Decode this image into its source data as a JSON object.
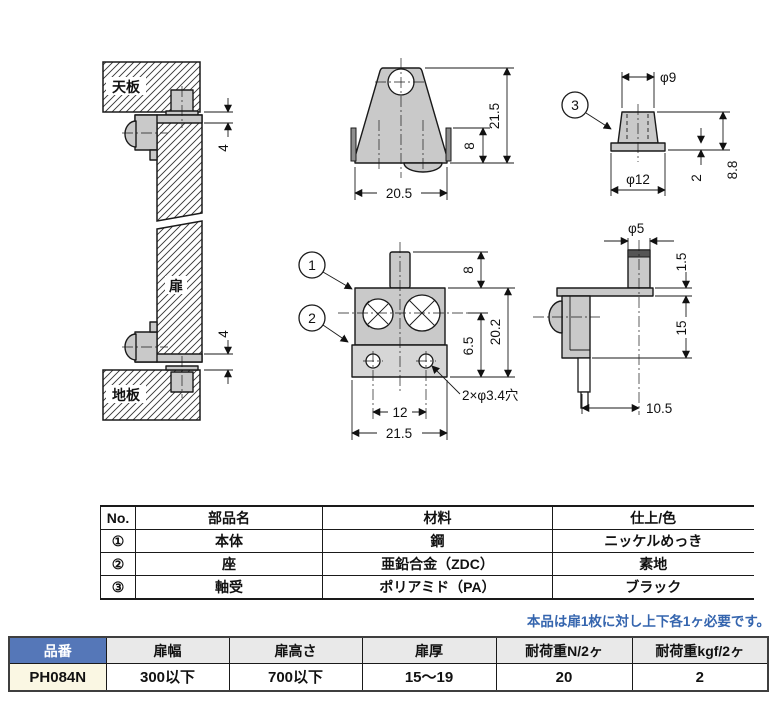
{
  "drawings": {
    "installation": {
      "top_panel_label": "天板",
      "door_label": "扉",
      "bottom_panel_label": "地板",
      "top_gap_dim": "4",
      "bottom_gap_dim": "4"
    },
    "front_view": {
      "height_dim": "21.5",
      "tab_height_dim": "8",
      "width_dim": "20.5"
    },
    "bushing_view": {
      "callout": "3",
      "top_dia_dim": "φ9",
      "base_dia_dim": "φ12",
      "flange_thickness_dim": "2",
      "height_dim": "8.8"
    },
    "plan_view": {
      "callout_body": "1",
      "callout_base": "2",
      "pin_height_dim": "8",
      "body_height_dim": "20.2",
      "hole_offset_dim": "6.5",
      "hole_pitch_dim": "12",
      "body_width_dim": "21.5",
      "holes_label": "2×φ3.4穴"
    },
    "side_view": {
      "pin_dia_dim": "φ5",
      "plate_thickness_dim": "1.5",
      "bracket_height_dim": "15",
      "pin_offset_dim": "10.5"
    }
  },
  "parts_table": {
    "headers": [
      "No.",
      "部品名",
      "材料",
      "仕上/色"
    ],
    "rows": [
      {
        "no": "①",
        "name": "本体",
        "material": "鋼",
        "finish": "ニッケルめっき"
      },
      {
        "no": "②",
        "name": "座",
        "material": "亜鉛合金（ZDC）",
        "finish": "素地"
      },
      {
        "no": "③",
        "name": "軸受",
        "material": "ポリアミド（PA）",
        "finish": "ブラック"
      }
    ]
  },
  "note": {
    "text": "本品は扉1枚に対し上下各1ヶ必要です。"
  },
  "spec_table": {
    "headers": [
      "品番",
      "扉幅",
      "扉高さ",
      "扉厚",
      "耐荷重N/2ヶ",
      "耐荷重kgf/2ヶ"
    ],
    "row": {
      "model": "PH084N",
      "door_width": "300以下",
      "door_height": "700以下",
      "door_thickness": "15～19",
      "load_n": "20",
      "load_kgf": "2"
    }
  },
  "colors": {
    "accent_blue": "#5577b8",
    "note_blue": "#3565ae",
    "model_cell_cream": "#faf7e3",
    "header_gray": "#e9e9e9",
    "part_gray": "#c9c9c9"
  }
}
